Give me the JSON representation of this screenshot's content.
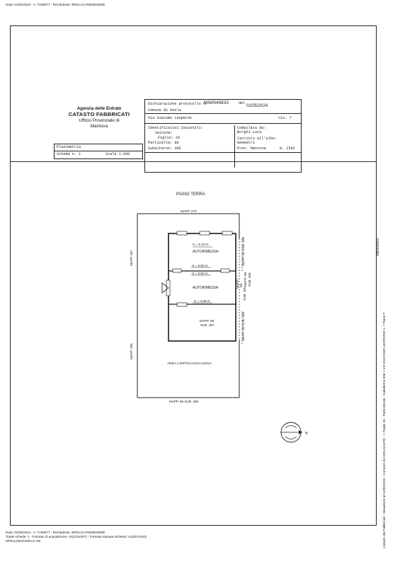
{
  "header": {
    "line": "Data: 01/05/2024 - n. T159977 - Richiedente: BRGLCU76D08H893D"
  },
  "agency": {
    "line1": "Agenzia delle Entrate",
    "line2": "CATASTO FABBRICATI",
    "line3": "Ufficio Provinciale di",
    "line4": "Mantova"
  },
  "declaration": {
    "protocol_label": "Dichiarazione protocollo n.",
    "protocol_number": "MN0045833",
    "date_label": "del",
    "date": "02/05/2024",
    "comune": "Comune di Asola",
    "address": "Via Giacomo Leopardi",
    "civ": "civ. 7",
    "ident_title": "Identificativi Catastali:",
    "sezione": "Sezione:",
    "foglio": "Foglio: 26",
    "particella": "Particella: 68",
    "subalterno": "Subalterno: 306",
    "compilata_label": "Compilata da:",
    "compilata_name": "Borghi Luca",
    "iscritto_label": "Iscritto all'albo:",
    "iscritto_value": "Geometri",
    "prov": "Prov. Mantova",
    "n_label": "N. 2582"
  },
  "planimetria": {
    "title": "Planimetria",
    "scheda": "Scheda n. 1",
    "scala": "Scala 1:200"
  },
  "drawing": {
    "floor_title": "PIANO TERRA",
    "mapp_top": "MAPP. 270",
    "mapp_left_upper": "MAPP. 267",
    "mapp_left_lower": "MAPP. 266",
    "mapp_bottom": "MAPP. 68 SUB. 306",
    "mapp_right_a": "MAPP. 68 SUB. 306",
    "mapp_right_b1": "MAPP. 68",
    "mapp_right_b2": "SUB. 306",
    "mapp_right_small1": "MAPP.",
    "mapp_right_small2": "68",
    "mapp_right_small3": "SUB. 306",
    "mapp_right_c": "MAPP. 68 SUB. 306",
    "room1": "AUTORIMESSA",
    "room2": "AUTORIMESSA",
    "room3_line1": "MAPP. 68",
    "room3_line2": "SUB. 307",
    "area": "AREA CORTIVA ESCLUSIVA",
    "h1": "H = 6.20 m",
    "h2": "H = 6.65 m",
    "h3": "H = 5.60 m",
    "h4": "H = 4.95 m"
  },
  "right_margin": {
    "stamp": "MN0045833",
    "vertical_text": "Catasto dei Fabbricati - Situazione al 01/05/2024 - Comune di ASOLA(A470) - < Foglio 26 - Particella 68 - Subalterno 306 > VIA GIACOMO LEOPARDI n. 7 Piano T"
  },
  "footer": {
    "line1": "Data: 01/05/2024 - n. T159977 - Richiedente: BRGLCU76D08H893D",
    "line2": "Totale schede: 1 - Formato di acquisizione: A4(210x297) - Formato stampa richiesto: A3(297x420)",
    "line3": "Ultima planimetria in atti"
  }
}
